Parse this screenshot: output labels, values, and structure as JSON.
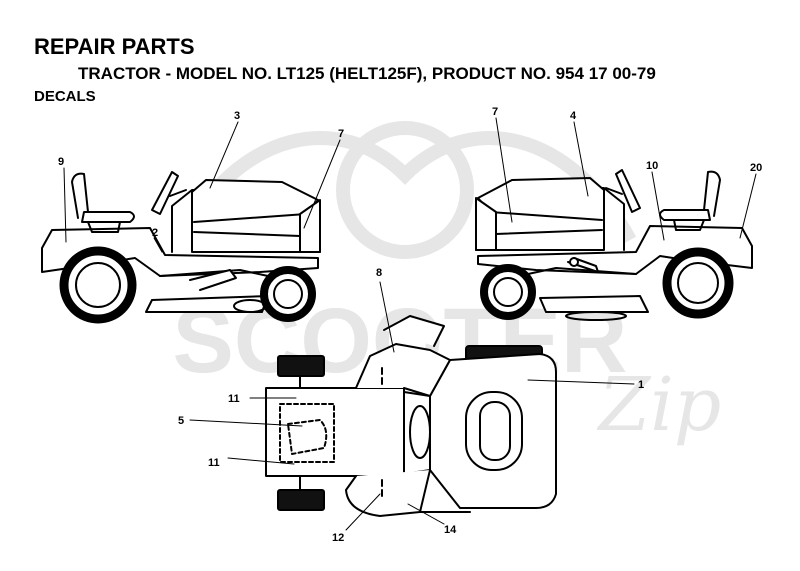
{
  "header": {
    "title": "REPAIR PARTS",
    "subtitle": "TRACTOR - MODEL NO. LT125 (HELT125F), PRODUCT NO. 954 17 00-79",
    "section": "DECALS"
  },
  "watermark": {
    "brand": "SCOOTER",
    "script": "Zip",
    "color": "#e6e6e6"
  },
  "callouts": [
    {
      "id": "c9",
      "label": "9"
    },
    {
      "id": "c3",
      "label": "3"
    },
    {
      "id": "c7l",
      "label": "7"
    },
    {
      "id": "c2",
      "label": "2"
    },
    {
      "id": "c7r",
      "label": "7"
    },
    {
      "id": "c4",
      "label": "4"
    },
    {
      "id": "c10",
      "label": "10"
    },
    {
      "id": "c20",
      "label": "20"
    },
    {
      "id": "c8",
      "label": "8"
    },
    {
      "id": "c1",
      "label": "1"
    },
    {
      "id": "c11a",
      "label": "11"
    },
    {
      "id": "c5",
      "label": "5"
    },
    {
      "id": "c11b",
      "label": "11"
    },
    {
      "id": "c12",
      "label": "12"
    },
    {
      "id": "c14",
      "label": "14"
    }
  ]
}
